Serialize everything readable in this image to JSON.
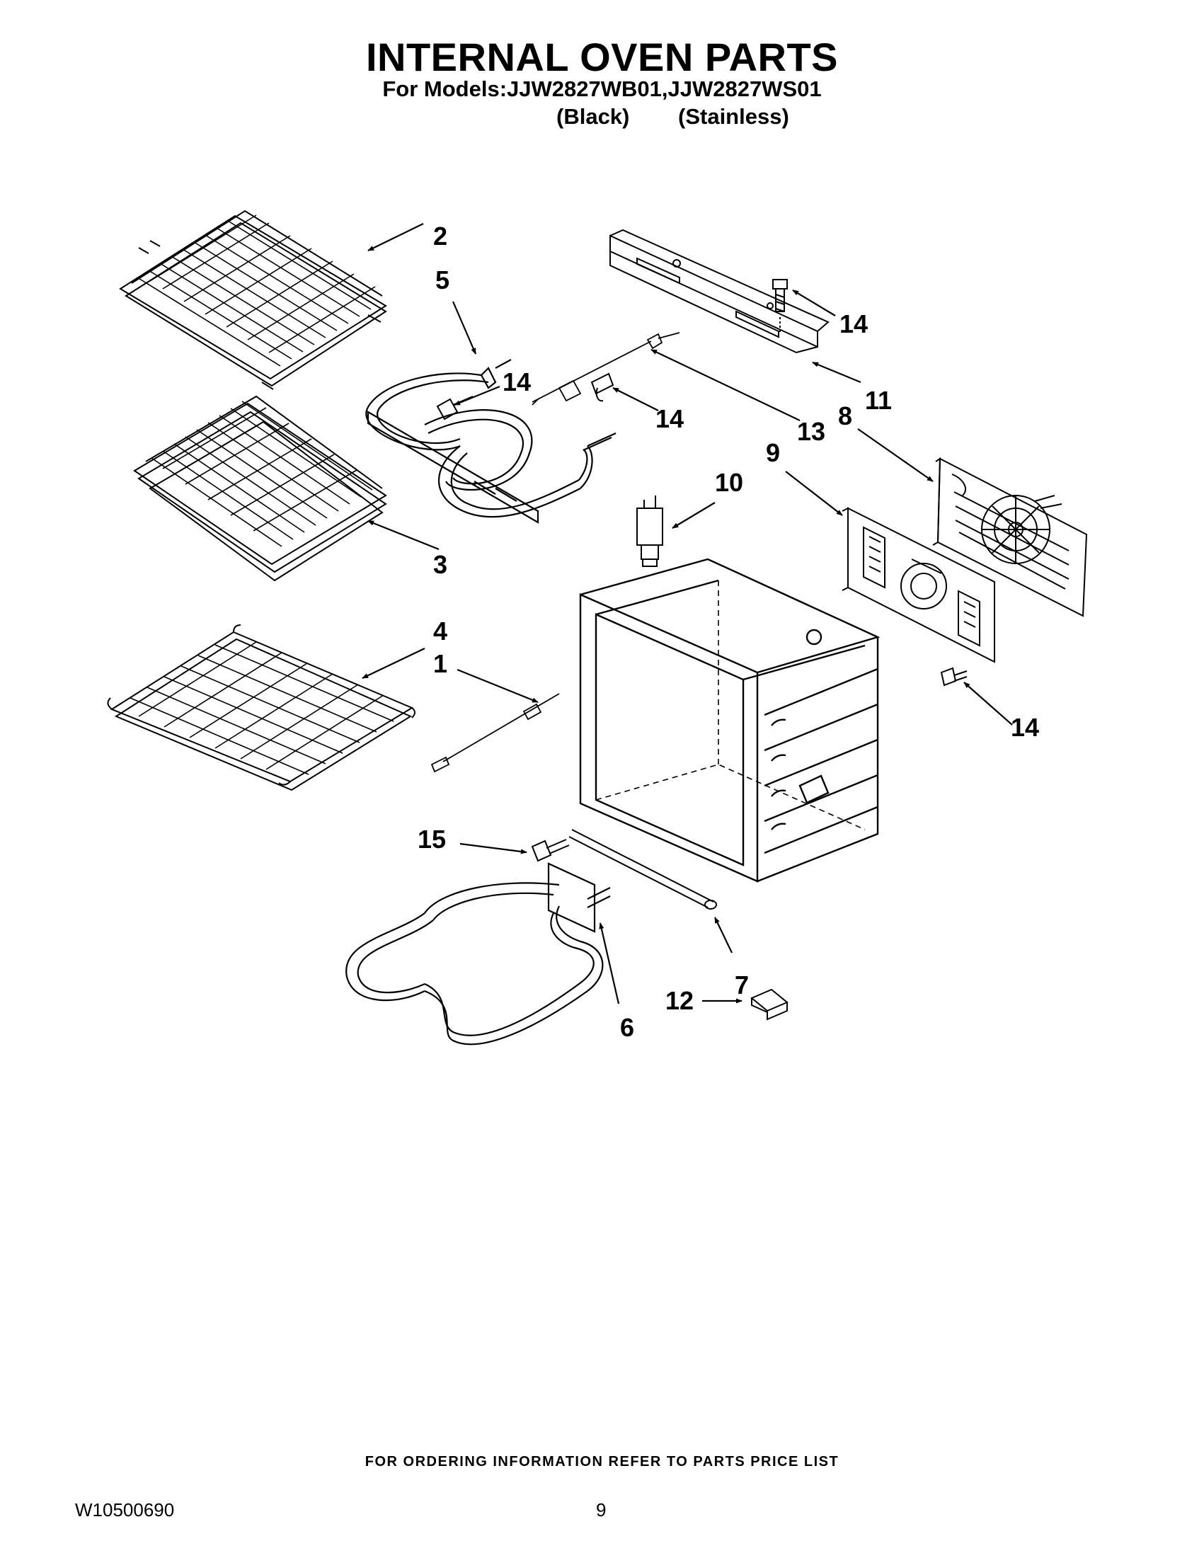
{
  "header": {
    "title": "INTERNAL OVEN PARTS",
    "models_line": "For Models:JJW2827WB01,JJW2827WS01",
    "finish_black": "(Black)",
    "finish_stainless": "(Stainless)"
  },
  "callouts": {
    "c1": "1",
    "c2": "2",
    "c3": "3",
    "c4": "4",
    "c5": "5",
    "c6": "6",
    "c7": "7",
    "c8": "8",
    "c9": "9",
    "c10": "10",
    "c11": "11",
    "c12": "12",
    "c13": "13",
    "c14a": "14",
    "c14b": "14",
    "c14c": "14",
    "c14d": "14",
    "c15": "15"
  },
  "footer": {
    "ordering_note": "FOR ORDERING INFORMATION REFER TO PARTS PRICE LIST",
    "document_number": "W10500690",
    "page_number": "9"
  }
}
